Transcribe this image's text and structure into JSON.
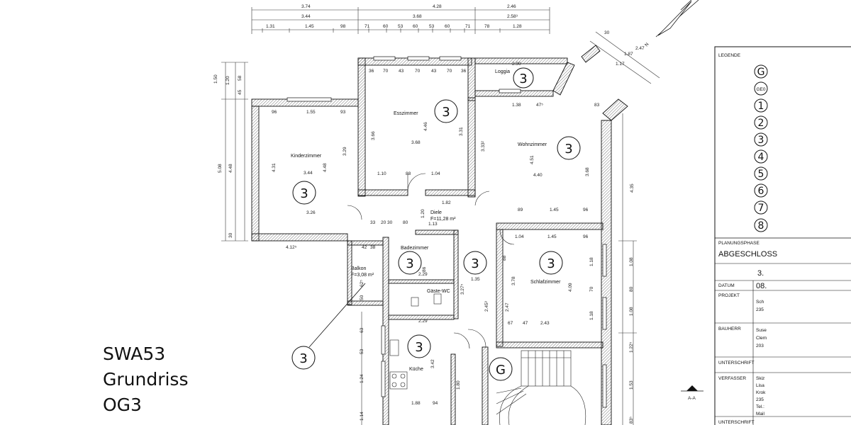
{
  "title": {
    "line1": "SWA53",
    "line2": "Grundriss",
    "line3": "OG3"
  },
  "rooms": [
    {
      "key": "kinder",
      "label": "Kinderzimmer"
    },
    {
      "key": "ess",
      "label": "Esszimmer"
    },
    {
      "key": "wohn",
      "label": "Wohnzimmer"
    },
    {
      "key": "loggia",
      "label": "Loggia"
    },
    {
      "key": "diele",
      "label": "Diele",
      "area": "F=11,28 m²"
    },
    {
      "key": "bad",
      "label": "Badezimmer"
    },
    {
      "key": "gaeste",
      "label": "Gäste-WC"
    },
    {
      "key": "balkon",
      "label": "Balkon",
      "area": "F=3,08 m²"
    },
    {
      "key": "schlaf",
      "label": "Schlafzimmer"
    },
    {
      "key": "kueche",
      "label": "Küche"
    }
  ],
  "badges": {
    "room_level": "3",
    "stair": "G"
  },
  "dimensions": {
    "top_row1": [
      "3.74",
      "4.28",
      "2.46"
    ],
    "top_row2": [
      "3.44",
      "3.68",
      "2.58³"
    ],
    "top_row3": [
      "1.31",
      "1.45",
      "98",
      "71",
      "60",
      "53",
      "60",
      "53",
      "60",
      "71",
      "78",
      "1.28"
    ],
    "diag_top": [
      "30",
      "1.87",
      "2.47",
      "1.17"
    ],
    "loggia_width": "2.90",
    "ess_top": [
      "36",
      "70",
      "43",
      "70",
      "43",
      "70",
      "36"
    ],
    "kinder_top": [
      "96",
      "1.55",
      "93"
    ],
    "wohn_top": [
      "1.38",
      "47⁵",
      "83"
    ],
    "left_side": [
      "1.50",
      "1.20",
      "45",
      "58",
      "5.08",
      "4.48",
      "30"
    ],
    "interior": [
      "3.66",
      "4.46",
      "3.31",
      "3.68",
      "3.33²",
      "4.51",
      "4.40",
      "3.68",
      "4.31",
      "3.44",
      "4.48",
      "3.29",
      "3.26",
      "1.10",
      "88",
      "1.04",
      "1.82",
      "1.13",
      "1.20",
      "89",
      "1.45",
      "96",
      "1.04",
      "1.45",
      "96",
      "2.29",
      "88",
      "1.35",
      "3.27⁵",
      "2.45³",
      "2.47",
      "3.78",
      "4.09",
      "2.43",
      "67",
      "47",
      "2.29",
      "3.42",
      "1.80",
      "1.88",
      "94",
      "1.18",
      "70",
      "1.18",
      "4.35",
      "4.12⁵",
      "62⁵",
      "50",
      "1.08",
      "80",
      "1.08",
      "1.22⁵",
      "1.53",
      "83⁵",
      "1.14",
      "1.24",
      "63",
      "53",
      "30",
      "20",
      "80",
      "86",
      "33",
      "38",
      "42"
    ]
  },
  "legend": {
    "title": "LEGENDE",
    "items": [
      "G",
      "GE0",
      "1",
      "2",
      "3",
      "4",
      "5",
      "6",
      "7",
      "8"
    ]
  },
  "title_box": {
    "planungsphase_label": "PLANUNGSPHASE",
    "planungsphase_value": "ABGESCHLOSS",
    "phase_no": "3.",
    "datum_label": "DATUM",
    "datum_value": "08.",
    "projekt_label": "PROJEKT",
    "projekt_value1": "Sch",
    "projekt_value2": "235",
    "bauherr_label": "BAUHERR",
    "bauherr_value1": "Suse",
    "bauherr_value2": "Clem",
    "bauherr_value3": "203",
    "unterschrift_label": "UNTERSCHRIFT",
    "verfasser_label": "VERFASSER",
    "verfasser_values": [
      "Skiz",
      "Lisa",
      "Krok",
      "235",
      "Tel.:",
      "Mail"
    ],
    "unterschrift2_label": "UNTERSCHRIFT"
  },
  "section_mark": "A-A",
  "north": "N"
}
